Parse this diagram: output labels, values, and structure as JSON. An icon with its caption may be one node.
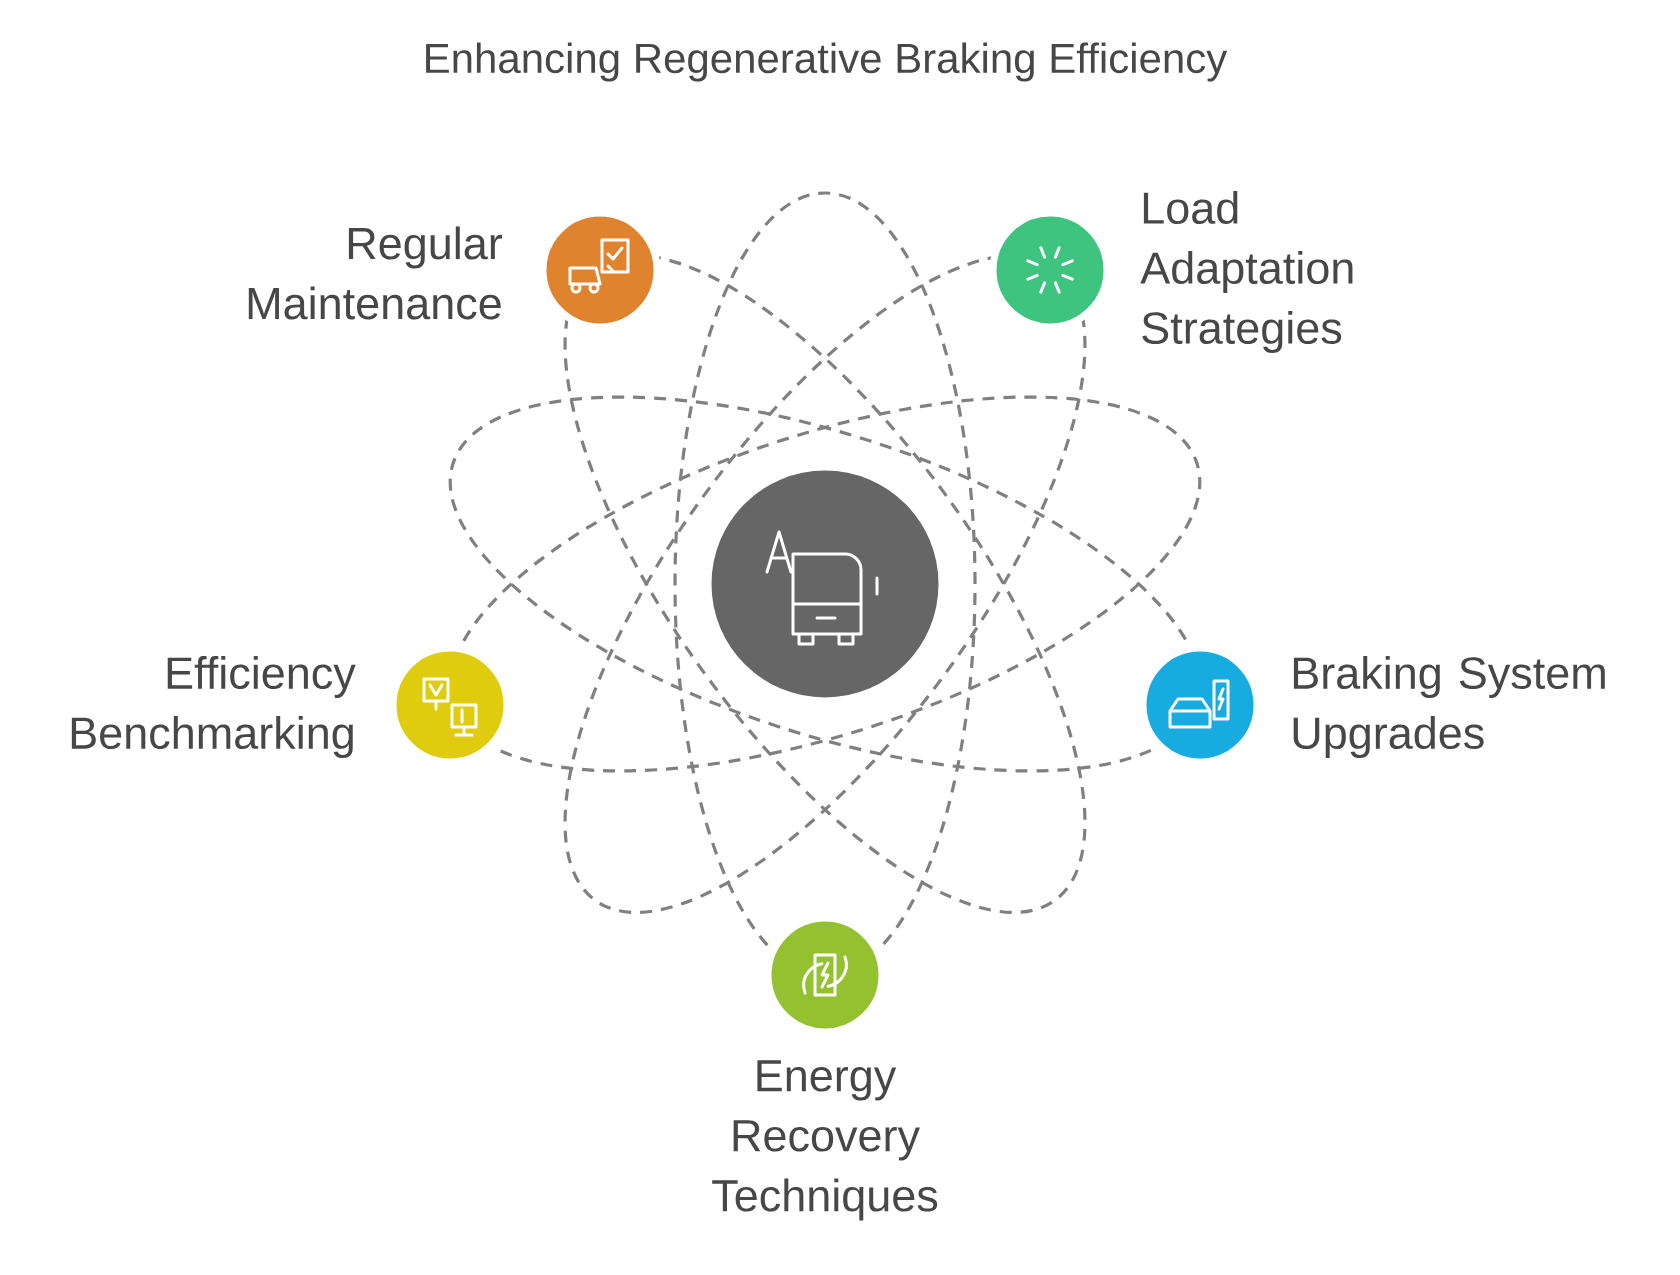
{
  "diagram": {
    "title": "Enhancing Regenerative Braking Efficiency",
    "nodes": [
      {
        "text": [
          "Regular Maintenance"
        ]
      },
      {
        "text": [
          "Load Adaptation Strategies"
        ]
      },
      {
        "text": [],
        "shape": "circle"
      },
      {
        "text": [
          "Efficiency Benchmarking"
        ]
      },
      {
        "text": [
          "Braking System Upgrades"
        ]
      },
      {
        "text": [
          "Energy Recovery Techniques"
        ]
      }
    ]
  }
}
